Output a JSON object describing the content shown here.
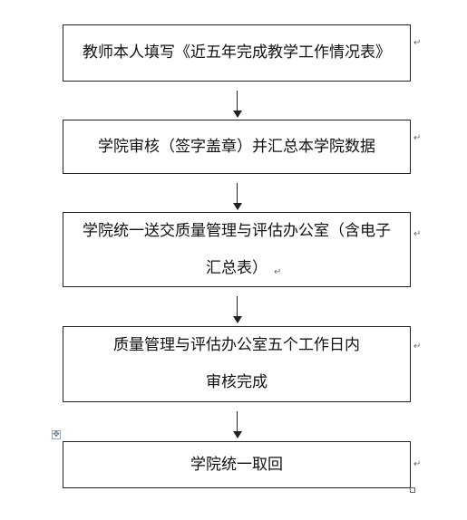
{
  "flowchart": {
    "steps": [
      {
        "lines": [
          "教师本人填写《近五年完成教学工作情况表》"
        ]
      },
      {
        "lines": [
          "学院审核（签字盖章）并汇总本学院数据"
        ]
      },
      {
        "lines": [
          "学院统一送交质量管理与评估办公室（含电子",
          "汇总表）"
        ]
      },
      {
        "lines": [
          "质量管理与评估办公室五个工作日内",
          "审核完成"
        ]
      },
      {
        "lines": [
          "学院统一取回"
        ]
      }
    ]
  },
  "symbols": {
    "paragraph_mark": "↵",
    "move_handle_icon": "✥"
  }
}
